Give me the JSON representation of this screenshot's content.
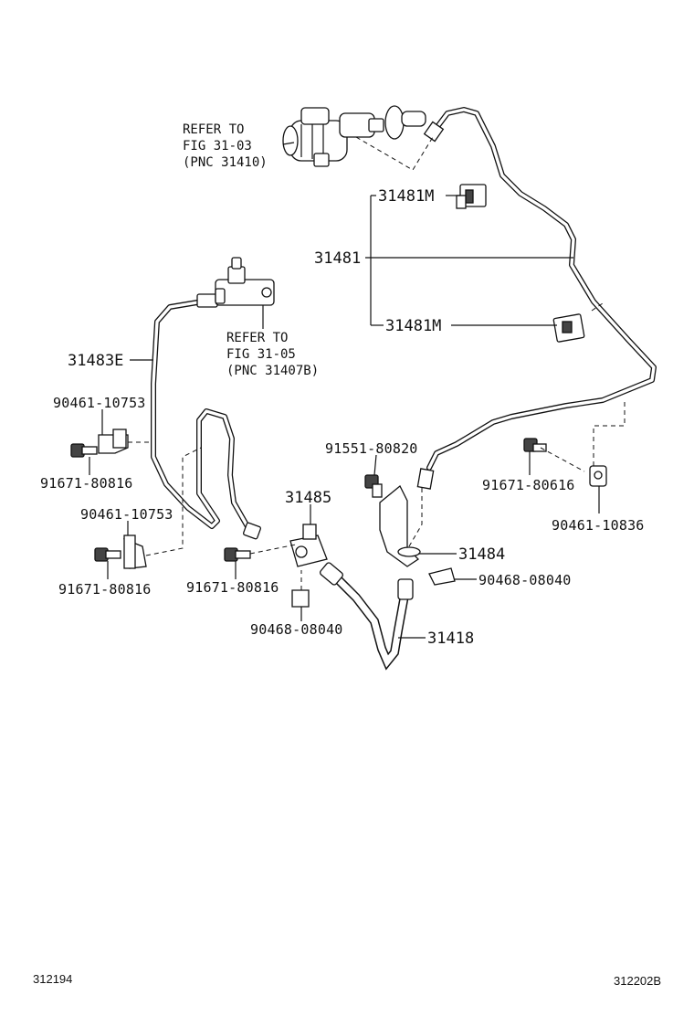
{
  "labels": {
    "ref_master": [
      "REFER TO",
      "FIG 31-03",
      "(PNC 31410)"
    ],
    "ref_slave": [
      "REFER TO",
      "FIG 31-05",
      "(PNC 31407B)"
    ],
    "p31481M_top": "31481M",
    "p31481": "31481",
    "p31481M_bot": "31481M",
    "p31483E": "31483E",
    "p90461_10753_a": "90461-10753",
    "p91671_80816_a": "91671-80816",
    "p90461_10753_b": "90461-10753",
    "p91671_80816_b": "91671-80816",
    "p91551_80820": "91551-80820",
    "p91671_80616": "91671-80616",
    "p90461_10836": "90461-10836",
    "p31485": "31485",
    "p91671_80816_c": "91671-80816",
    "p31484": "31484",
    "p90468_08040_a": "90468-08040",
    "p90468_08040_b": "90468-08040",
    "p31418": "31418"
  },
  "footer": {
    "left_code": "312194",
    "right_code": "312202B"
  },
  "colors": {
    "ink": "#111111",
    "background": "#ffffff"
  }
}
